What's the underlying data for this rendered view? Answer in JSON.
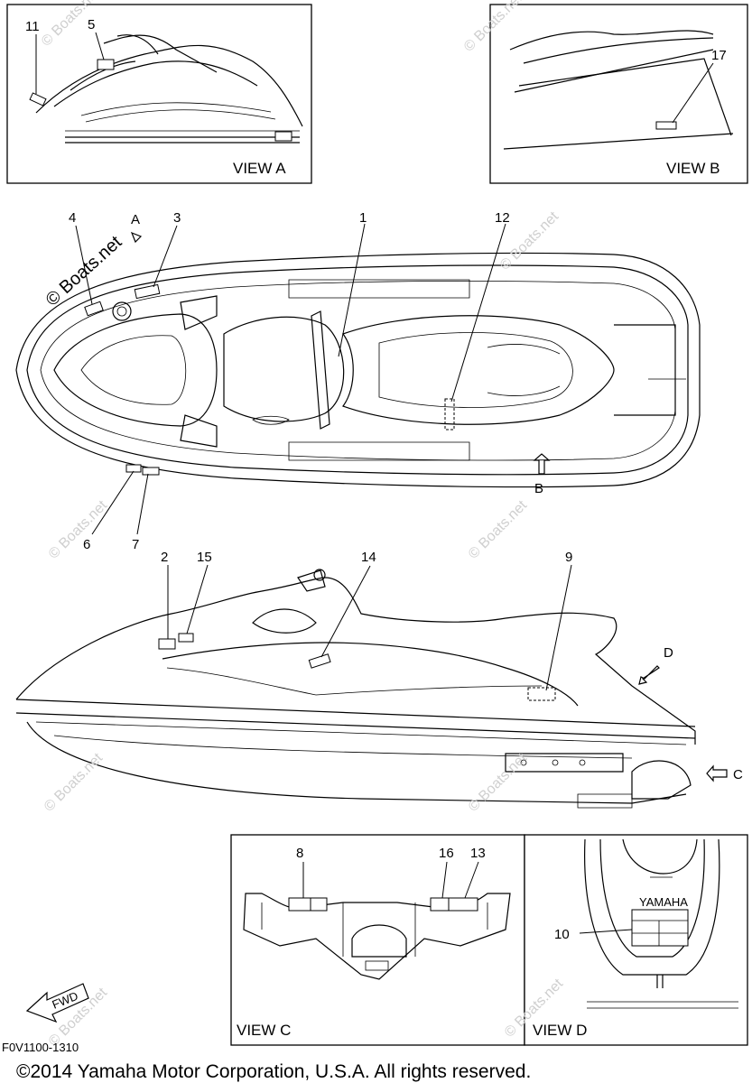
{
  "watermark": "© Boats.net",
  "views": {
    "a": "VIEW A",
    "b": "VIEW B",
    "c": "VIEW C",
    "d": "VIEW D"
  },
  "view_arrows": {
    "a": "A",
    "b": "B",
    "c": "C",
    "d": "D"
  },
  "callouts": {
    "n1": "1",
    "n2": "2",
    "n3": "3",
    "n4": "4",
    "n5": "5",
    "n6": "6",
    "n7": "7",
    "n8": "8",
    "n9": "9",
    "n10": "10",
    "n11": "11",
    "n12": "12",
    "n13": "13",
    "n14": "14",
    "n15": "15",
    "n16": "16",
    "n17": "17"
  },
  "fwd_label": "FWD",
  "brand_plate": "YAMAHA",
  "diagram_code": "F0V1100-1310",
  "copyright": "©2014 Yamaha Motor Corporation, U.S.A. All rights reserved."
}
